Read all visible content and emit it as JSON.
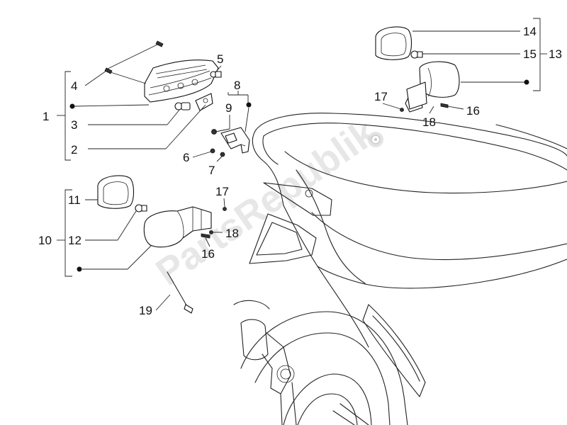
{
  "watermark": "PartsRepublik",
  "callouts": {
    "c1": "1",
    "c2": "2",
    "c3": "3",
    "c4": "4",
    "c5": "5",
    "c6": "6",
    "c7": "7",
    "c8": "8",
    "c9": "9",
    "c10": "10",
    "c11": "11",
    "c12": "12",
    "c13": "13",
    "c14": "14",
    "c15": "15",
    "c16a": "16",
    "c16b": "16",
    "c17a": "17",
    "c17b": "17",
    "c18a": "18",
    "c18b": "18",
    "c19": "19"
  }
}
